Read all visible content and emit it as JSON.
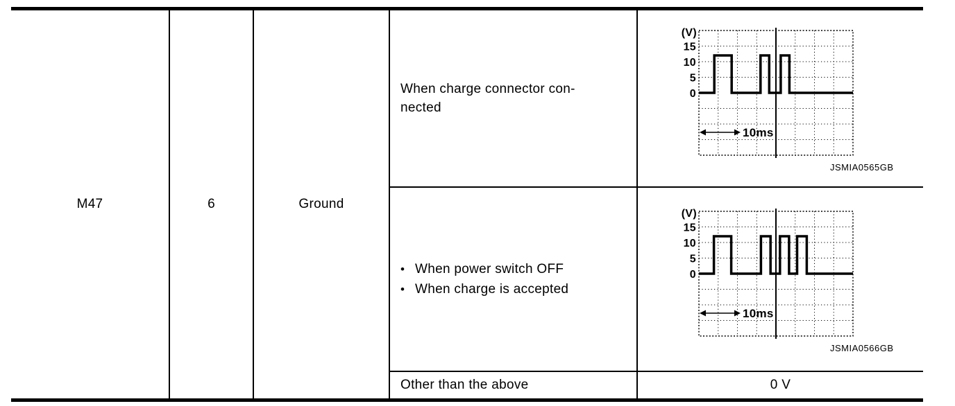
{
  "table": {
    "connector": "M47",
    "terminal": "6",
    "signal": "Ground",
    "rows": [
      {
        "condition": "When charge connector con-\nnected",
        "value_kind": "waveform"
      },
      {
        "bullet_glyph": "•",
        "bullets": [
          "When power switch OFF",
          "When charge is accepted"
        ],
        "value_kind": "waveform"
      },
      {
        "condition": "Other than the above",
        "value": "0 V",
        "value_kind": "text"
      }
    ]
  },
  "chart_data": [
    {
      "type": "line",
      "ylabel": "(V)",
      "y_tick_labels": [
        "15",
        "10",
        "5",
        "0"
      ],
      "y_ticks_v": [
        15,
        10,
        5,
        0
      ],
      "ylim": [
        -20,
        20
      ],
      "y_volts_per_division": 5,
      "x_divisions": 8,
      "x_time_label": "10ms",
      "pulse_high_v": 12,
      "pulse_low_v": 0,
      "pulses_x_div": [
        [
          0.8,
          1.7
        ],
        [
          3.2,
          3.65
        ],
        [
          4.25,
          4.7
        ]
      ],
      "caption": "JSMIA0565GB"
    },
    {
      "type": "line",
      "ylabel": "(V)",
      "y_tick_labels": [
        "15",
        "10",
        "5",
        "0"
      ],
      "y_ticks_v": [
        15,
        10,
        5,
        0
      ],
      "ylim": [
        -20,
        20
      ],
      "y_volts_per_division": 5,
      "x_divisions": 8,
      "x_time_label": "10ms",
      "pulse_high_v": 12,
      "pulse_low_v": 0,
      "pulses_x_div": [
        [
          0.78,
          1.68
        ],
        [
          3.22,
          3.72
        ],
        [
          4.21,
          4.68
        ],
        [
          5.1,
          5.6
        ]
      ],
      "caption": "JSMIA0566GB"
    }
  ]
}
